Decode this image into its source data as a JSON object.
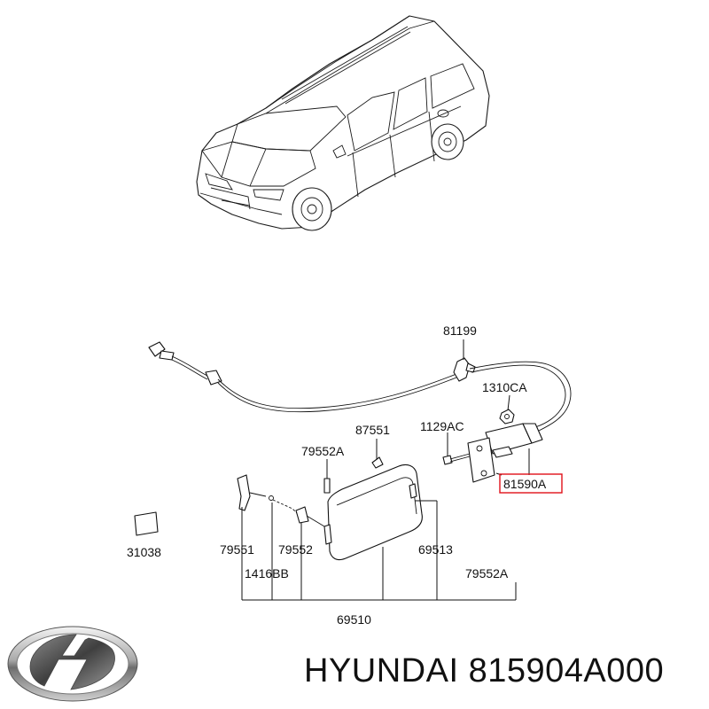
{
  "diagram": {
    "labels": {
      "l81199": "81199",
      "l1310CA": "1310CA",
      "l87551": "87551",
      "l1129AC": "1129AC",
      "l79552A_top": "79552A",
      "l81590A": "81590A",
      "l31038": "31038",
      "l79551": "79551",
      "l79552": "79552",
      "l69513": "69513",
      "l1416BB": "1416BB",
      "l79552A_bottom": "79552A",
      "l69510": "69510"
    },
    "highlight_color": "#e0101a"
  },
  "footer": {
    "brand": "HYUNDAI",
    "part_number": "815904A000"
  },
  "logo": {
    "icon": "hyundai-logo-icon"
  }
}
